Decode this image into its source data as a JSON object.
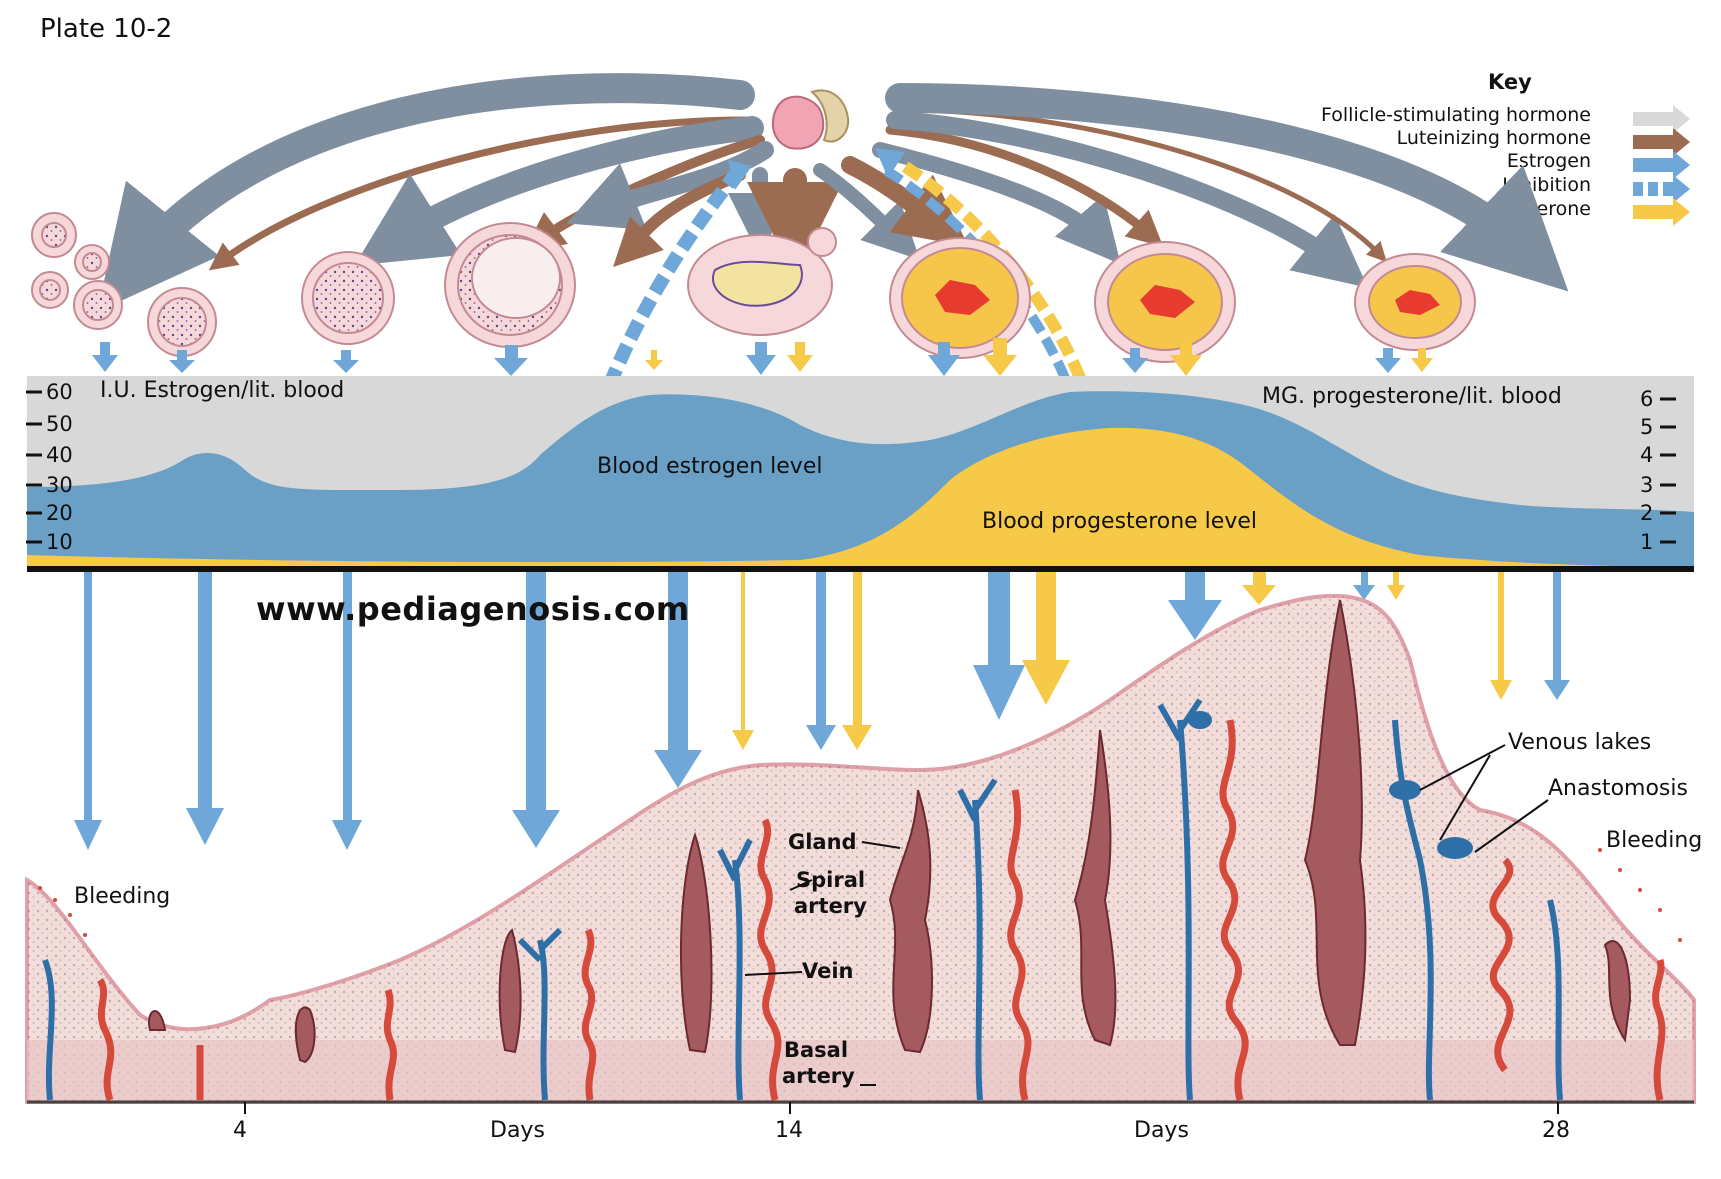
{
  "plate": "Plate 10-2",
  "key": {
    "title": "Key",
    "items": [
      {
        "label": "Follicle-stimulating hormone",
        "color": "#d9d9d9"
      },
      {
        "label": "Luteinizing hormone",
        "color": "#9b6b52"
      },
      {
        "label": "Estrogen",
        "color": "#6fa8d8"
      },
      {
        "label": "Inhibition",
        "color": "#6fa8d8"
      },
      {
        "label": "Progesterone",
        "color": "#f7c948"
      }
    ]
  },
  "graph": {
    "left_title": "I.U. Estrogen/lit. blood",
    "right_title": "MG. progesterone/lit. blood",
    "left_ticks": [
      "60",
      "50",
      "40",
      "30",
      "20",
      "10"
    ],
    "right_ticks": [
      "6",
      "5",
      "4",
      "3",
      "2",
      "1"
    ],
    "estrogen_label": "Blood estrogen level",
    "progesterone_label": "Blood progesterone level"
  },
  "website": "www.pediagenosis.com",
  "labels": {
    "bleeding_left": "Bleeding",
    "bleeding_right": "Bleeding",
    "gland": "Gland",
    "spiral_artery_1": "Spiral",
    "spiral_artery_2": "artery",
    "vein": "Vein",
    "basal_artery_1": "Basal",
    "basal_artery_2": "artery",
    "venous_lakes": "Venous lakes",
    "anastomosis": "Anastomosis"
  },
  "x_axis": [
    "4",
    "Days",
    "14",
    "Days",
    "28"
  ],
  "colors": {
    "fsh": "#7f8fa0",
    "lh": "#9b6b52",
    "estrogen": "#6fa8d8",
    "progesterone": "#f7c948",
    "graph_bg": "#d8d8d8",
    "estrogen_area": "#6a9fc6",
    "endometrium": "#f3ddd8",
    "artery": "#d64a3c",
    "vein": "#2f6fa8"
  }
}
